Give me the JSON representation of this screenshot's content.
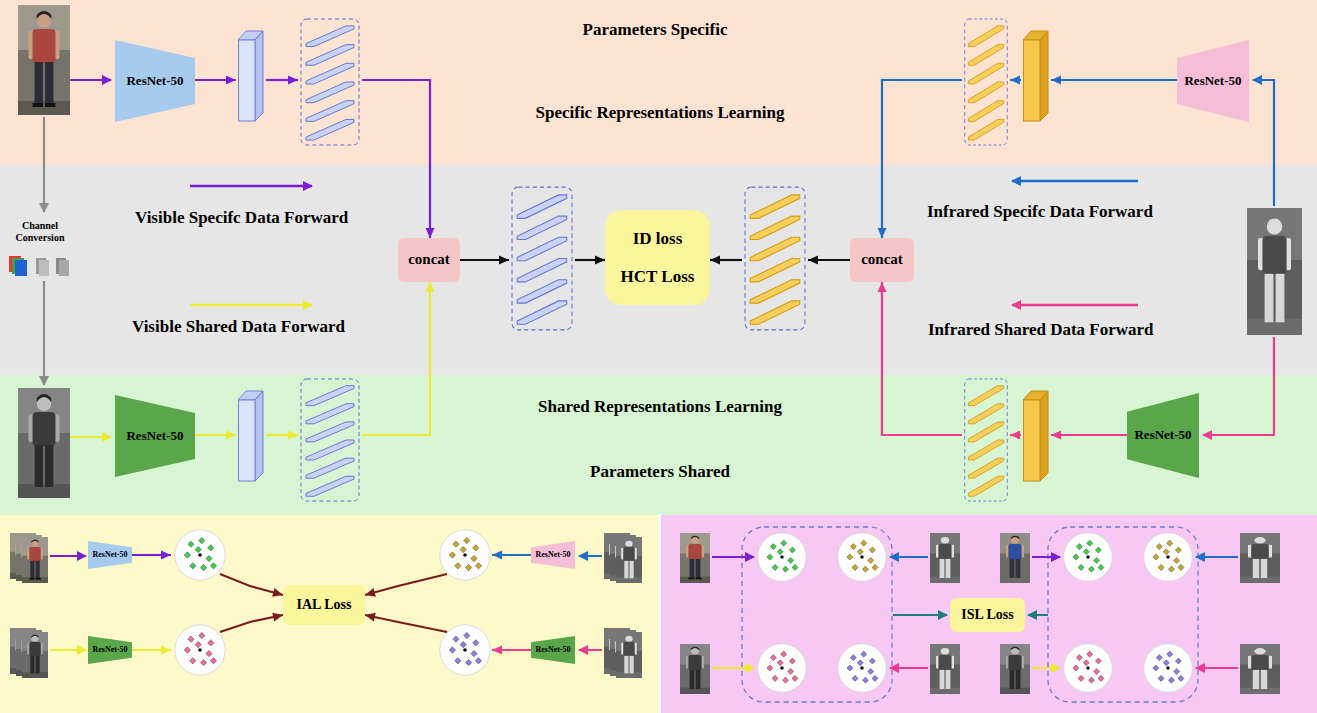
{
  "diagram": {
    "nodes": [
      {
        "text": [
          "Parameters Specific",
          "Specific Representations Learning"
        ]
      },
      {
        "text": [
          "ResNet-50"
        ],
        "in": 0
      },
      {
        "text": [
          "ResNet-50"
        ],
        "in": 0
      },
      {
        "text": [
          "concat"
        ]
      },
      {
        "text": [
          "ID loss",
          "HCT Loss"
        ]
      },
      {
        "text": [
          "concat"
        ]
      },
      {
        "text": [
          "Shared Representations Learning",
          "Parameters Shared"
        ]
      },
      {
        "text": [
          "ResNet-50"
        ],
        "in": 6
      },
      {
        "text": [
          "ResNet-50"
        ],
        "in": 6
      },
      {
        "text": [
          "ResNet-50"
        ]
      },
      {
        "text": [
          "ResNet-50"
        ]
      },
      {
        "text": [
          "IAL Loss"
        ]
      },
      {
        "text": [
          "ResNet-50"
        ]
      },
      {
        "text": [
          "ResNet-50"
        ]
      },
      {
        "text": [
          "ISL Loss"
        ]
      }
    ],
    "edges": [
      {
        "from": 1,
        "to": 3,
        "arrow": "to"
      },
      {
        "from": 7,
        "to": 3,
        "arrow": "to"
      },
      {
        "from": 3,
        "to": 4,
        "arrow": "to"
      },
      {
        "from": 5,
        "to": 4,
        "arrow": "to"
      },
      {
        "from": 2,
        "to": 5,
        "arrow": "to"
      },
      {
        "from": 8,
        "to": 5,
        "arrow": "to"
      },
      {
        "from": 9,
        "to": 11,
        "arrow": "to"
      },
      {
        "from": 10,
        "to": 11,
        "arrow": "to"
      },
      {
        "from": 12,
        "to": 11,
        "arrow": "to"
      },
      {
        "from": 13,
        "to": 11,
        "arrow": "to"
      }
    ],
    "labels": [
      "Channel Conversion"
    ],
    "legend": [
      {
        "text": "Visible Specifc Data Forward"
      },
      {
        "text": "Visible Shared Data Forward"
      },
      {
        "text": "Infrared Specifc Data Forward"
      },
      {
        "text": "Infrared Shared Data Forward"
      }
    ]
  }
}
